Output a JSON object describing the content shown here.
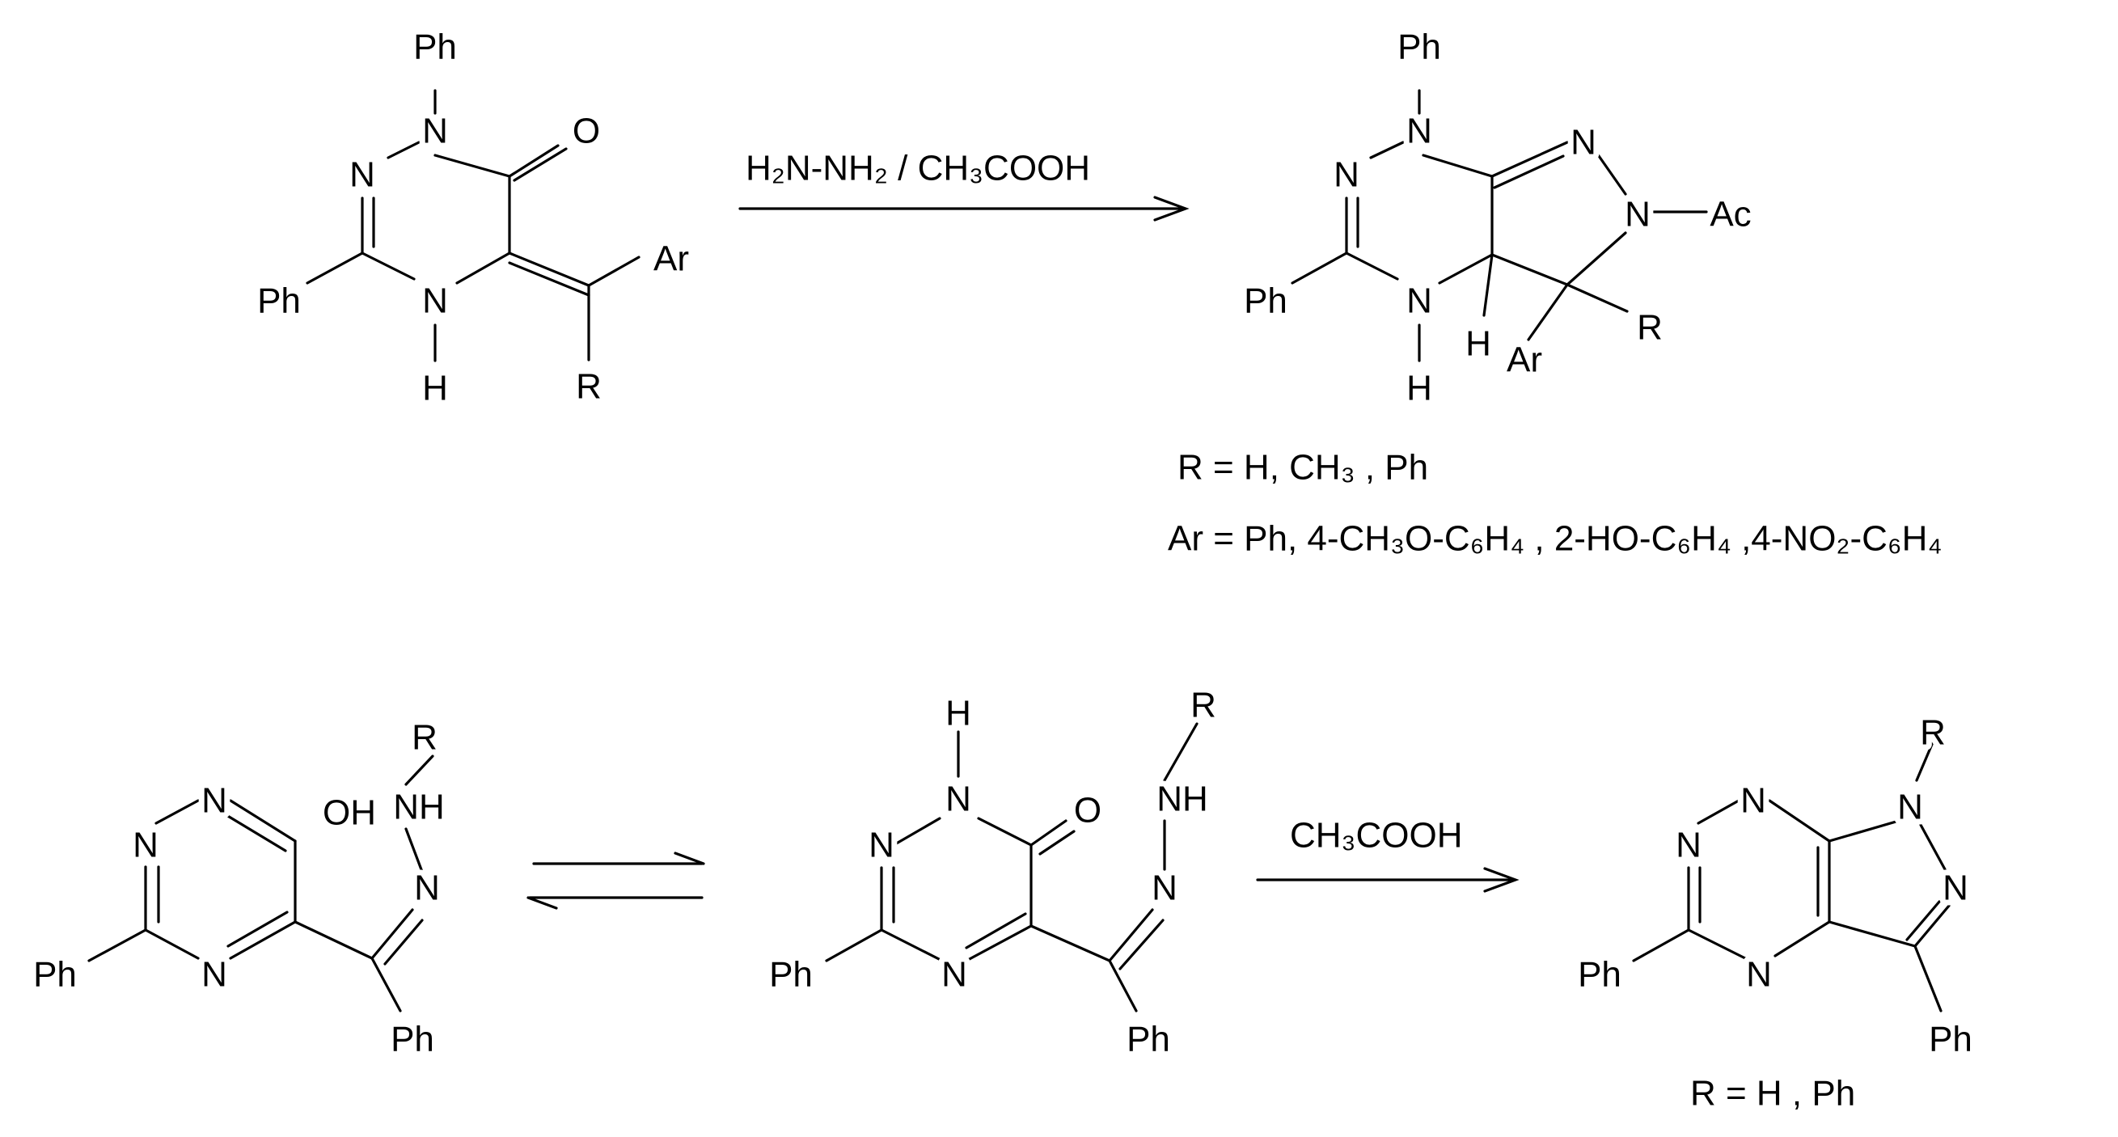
{
  "reactions": {
    "top": {
      "reagent": "H₂N-NH₂ / CH₃COOH",
      "r_substituents": "R = H, CH₃ , Ph",
      "ar_substituents": "Ar = Ph, 4-CH₃O-C₆H₄ , 2-HO-C₆H₄ ,4-NO₂-C₆H₄"
    },
    "bottom": {
      "reagent": "CH₃COOH",
      "r_substituents": "R = H , Ph"
    }
  },
  "labels": {
    "ph": "Ph",
    "ar": "Ar",
    "r": "R",
    "n": "N",
    "h": "H",
    "o": "O",
    "ac": "Ac",
    "nh": "NH",
    "oh": "OH"
  },
  "colors": {
    "ink": "#000000",
    "background": "#ffffff"
  }
}
